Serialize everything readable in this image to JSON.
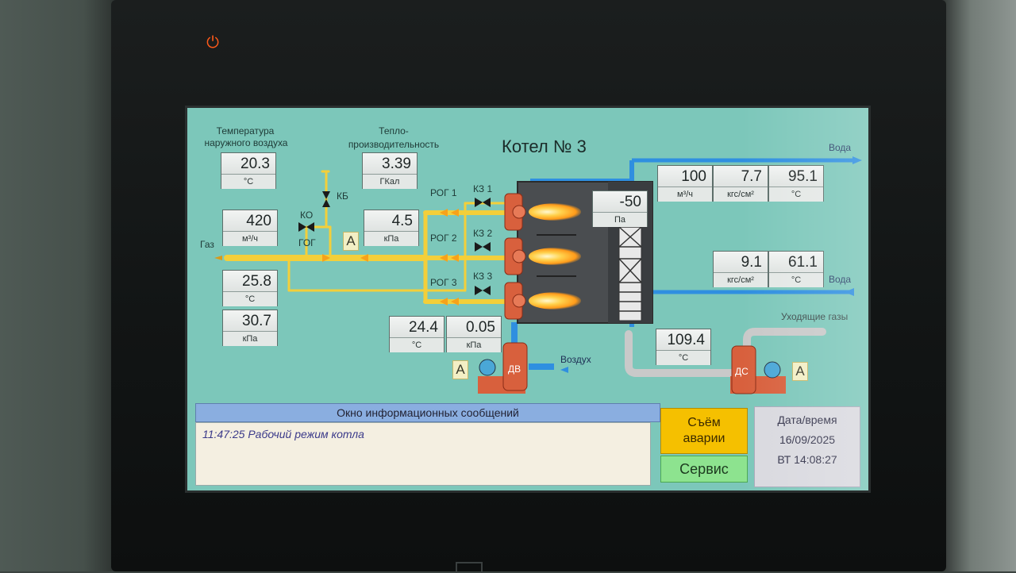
{
  "title": "Котел № 3",
  "labels": {
    "outside_temp_title_1": "Температура",
    "outside_temp_title_2": "наружного воздуха",
    "heat_output_title_1": "Тепло-",
    "heat_output_title_2": "производительность",
    "gas": "Газ",
    "ko": "КО",
    "kb": "КБ",
    "gog": "ГОГ",
    "rog1": "РОГ 1",
    "rog2": "РОГ 2",
    "rog3": "РОГ 3",
    "kz1": "КЗ 1",
    "kz2": "КЗ 2",
    "kz3": "КЗ 3",
    "water_out": "Вода",
    "water_in": "Вода",
    "flue_gas": "Уходящие газы",
    "air": "Воздух",
    "dv": "ДВ",
    "ds": "ДС",
    "tag_a": "A"
  },
  "gauges": {
    "outside_temp": {
      "value": "20.3",
      "unit": "°C"
    },
    "heat_output": {
      "value": "3.39",
      "unit": "ГКал"
    },
    "gas_flow": {
      "value": "420",
      "unit": "м³/ч"
    },
    "gas_pressure_after_gog": {
      "value": "4.5",
      "unit": "кПа"
    },
    "gas_temp": {
      "value": "25.8",
      "unit": "°C"
    },
    "gas_pressure": {
      "value": "30.7",
      "unit": "кПа"
    },
    "furnace_pressure": {
      "value": "-50",
      "unit": "Па"
    },
    "water_flow": {
      "value": "100",
      "unit": "м³/ч"
    },
    "water_out_pressure": {
      "value": "7.7",
      "unit": "кгс/см²"
    },
    "water_out_temp": {
      "value": "95.1",
      "unit": "°C"
    },
    "water_in_pressure": {
      "value": "9.1",
      "unit": "кгс/см²"
    },
    "water_in_temp": {
      "value": "61.1",
      "unit": "°C"
    },
    "air_temp": {
      "value": "24.4",
      "unit": "°C"
    },
    "air_pressure": {
      "value": "0.05",
      "unit": "кПа"
    },
    "flue_gas_temp": {
      "value": "109.4",
      "unit": "°C"
    }
  },
  "messages": {
    "header": "Окно информационных сообщений",
    "items": [
      "11:47:25  Рабочий режим котла"
    ]
  },
  "buttons": {
    "reset_line1": "Съём",
    "reset_line2": "аварии",
    "service": "Сервис"
  },
  "datetime": {
    "label": "Дата/время",
    "date": "16/09/2025",
    "time": "ВТ 14:08:27"
  },
  "colors": {
    "screen_bg": "#7cc7ba",
    "gas_pipe": "#f3cf3a",
    "water_pipe": "#2f8fe0",
    "flue_pipe": "#c9c9c9",
    "reset_button": "#f5c000",
    "service_button": "#8de38f"
  },
  "icons": [
    "power-icon",
    "valve-icon",
    "burner-icon",
    "fan-icon",
    "flame-icon"
  ]
}
